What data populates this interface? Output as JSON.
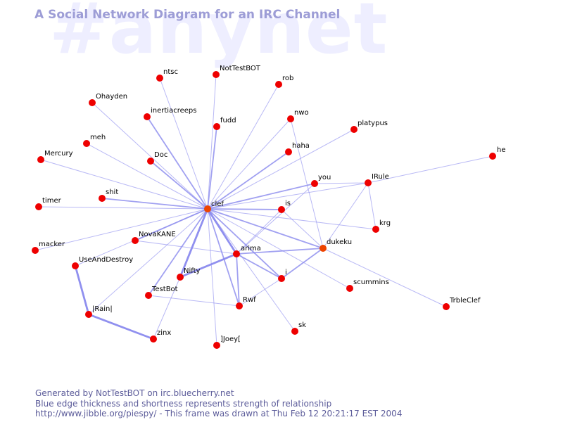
{
  "watermark": "#anynet",
  "title": "A Social Network Diagram for an IRC Channel",
  "footer": {
    "line1": "Generated by NotTestBOT on irc.bluecherry.net",
    "line2": "Blue edge thickness and shortness represents strength of relationship",
    "line3": "http://www.jibble.org/piespy/ - This frame was drawn at Thu Feb 12 20:21:17 EST 2004"
  },
  "colors": {
    "node": "#ee0000",
    "edge": "#8a8aee",
    "title": "#9d9dd6",
    "footer": "#5c5c9a",
    "watermark": "#eeeeff"
  },
  "nodes": [
    {
      "id": "clef",
      "label": "clef"
    },
    {
      "id": "ntsc",
      "label": "ntsc"
    },
    {
      "id": "NotTestBOT",
      "label": "NotTestBOT"
    },
    {
      "id": "rob",
      "label": "rob"
    },
    {
      "id": "Ohayden",
      "label": "Ohayden"
    },
    {
      "id": "inertiacreeps",
      "label": "inertiacreeps"
    },
    {
      "id": "fudd",
      "label": "fudd"
    },
    {
      "id": "nwo",
      "label": "nwo"
    },
    {
      "id": "platypus",
      "label": "platypus"
    },
    {
      "id": "meh",
      "label": "meh"
    },
    {
      "id": "haha",
      "label": "haha"
    },
    {
      "id": "he",
      "label": "he"
    },
    {
      "id": "Mercury",
      "label": "Mercury"
    },
    {
      "id": "Doc",
      "label": "Doc"
    },
    {
      "id": "you",
      "label": "you"
    },
    {
      "id": "IRule",
      "label": "IRule"
    },
    {
      "id": "timer",
      "label": "timer"
    },
    {
      "id": "shit",
      "label": "shit"
    },
    {
      "id": "is",
      "label": "is"
    },
    {
      "id": "krg",
      "label": "krg"
    },
    {
      "id": "NovaKANE",
      "label": "NovaKANE"
    },
    {
      "id": "macker",
      "label": "macker"
    },
    {
      "id": "dukeku",
      "label": "dukeku"
    },
    {
      "id": "arima",
      "label": "arima"
    },
    {
      "id": "UseAndDestroy",
      "label": "UseAndDestroy"
    },
    {
      "id": "Nifty",
      "label": "Nifty"
    },
    {
      "id": "i",
      "label": "i"
    },
    {
      "id": "scummins",
      "label": "scummins"
    },
    {
      "id": "TestBot",
      "label": "TestBot"
    },
    {
      "id": "Rwf",
      "label": "Rwf"
    },
    {
      "id": "TrbleClef",
      "label": "TrbleClef"
    },
    {
      "id": "Rain",
      "label": "|Rain|"
    },
    {
      "id": "sk",
      "label": "sk"
    },
    {
      "id": "zinx",
      "label": "zinx"
    },
    {
      "id": "Joey",
      "label": "]Joey["
    }
  ],
  "edges": [
    {
      "source": "clef",
      "target": "ntsc",
      "weight": 1
    },
    {
      "source": "clef",
      "target": "NotTestBOT",
      "weight": 1
    },
    {
      "source": "clef",
      "target": "rob",
      "weight": 1
    },
    {
      "source": "clef",
      "target": "Ohayden",
      "weight": 1
    },
    {
      "source": "clef",
      "target": "inertiacreeps",
      "weight": 2
    },
    {
      "source": "clef",
      "target": "fudd",
      "weight": 2
    },
    {
      "source": "clef",
      "target": "nwo",
      "weight": 1
    },
    {
      "source": "clef",
      "target": "platypus",
      "weight": 1
    },
    {
      "source": "clef",
      "target": "meh",
      "weight": 1
    },
    {
      "source": "clef",
      "target": "haha",
      "weight": 2
    },
    {
      "source": "clef",
      "target": "Mercury",
      "weight": 1
    },
    {
      "source": "clef",
      "target": "Doc",
      "weight": 2
    },
    {
      "source": "clef",
      "target": "you",
      "weight": 2
    },
    {
      "source": "clef",
      "target": "IRule",
      "weight": 1
    },
    {
      "source": "clef",
      "target": "timer",
      "weight": 1
    },
    {
      "source": "clef",
      "target": "shit",
      "weight": 2
    },
    {
      "source": "clef",
      "target": "is",
      "weight": 2
    },
    {
      "source": "clef",
      "target": "krg",
      "weight": 1
    },
    {
      "source": "clef",
      "target": "NovaKANE",
      "weight": 2
    },
    {
      "source": "clef",
      "target": "macker",
      "weight": 1
    },
    {
      "source": "clef",
      "target": "dukeku",
      "weight": 2
    },
    {
      "source": "clef",
      "target": "arima",
      "weight": 3
    },
    {
      "source": "clef",
      "target": "UseAndDestroy",
      "weight": 1
    },
    {
      "source": "clef",
      "target": "Nifty",
      "weight": 3
    },
    {
      "source": "clef",
      "target": "i",
      "weight": 2
    },
    {
      "source": "clef",
      "target": "scummins",
      "weight": 1
    },
    {
      "source": "clef",
      "target": "TestBot",
      "weight": 2
    },
    {
      "source": "clef",
      "target": "Rwf",
      "weight": 2
    },
    {
      "source": "clef",
      "target": "sk",
      "weight": 1
    },
    {
      "source": "clef",
      "target": "Joey",
      "weight": 1
    },
    {
      "source": "clef",
      "target": "Rain",
      "weight": 1
    },
    {
      "source": "nwo",
      "target": "dukeku",
      "weight": 1
    },
    {
      "source": "IRule",
      "target": "he",
      "weight": 1
    },
    {
      "source": "IRule",
      "target": "krg",
      "weight": 1
    },
    {
      "source": "IRule",
      "target": "dukeku",
      "weight": 1
    },
    {
      "source": "you",
      "target": "IRule",
      "weight": 1
    },
    {
      "source": "you",
      "target": "arima",
      "weight": 1
    },
    {
      "source": "is",
      "target": "arima",
      "weight": 1
    },
    {
      "source": "is",
      "target": "dukeku",
      "weight": 1
    },
    {
      "source": "NovaKANE",
      "target": "arima",
      "weight": 1
    },
    {
      "source": "arima",
      "target": "dukeku",
      "weight": 2
    },
    {
      "source": "arima",
      "target": "Nifty",
      "weight": 3
    },
    {
      "source": "arima",
      "target": "i",
      "weight": 2
    },
    {
      "source": "arima",
      "target": "Rwf",
      "weight": 2
    },
    {
      "source": "i",
      "target": "dukeku",
      "weight": 2
    },
    {
      "source": "i",
      "target": "Rwf",
      "weight": 1
    },
    {
      "source": "dukeku",
      "target": "TrbleClef",
      "weight": 1
    },
    {
      "source": "TestBot",
      "target": "Rwf",
      "weight": 1
    },
    {
      "source": "Nifty",
      "target": "zinx",
      "weight": 1
    },
    {
      "source": "UseAndDestroy",
      "target": "Rain",
      "weight": 3
    },
    {
      "source": "Rain",
      "target": "zinx",
      "weight": 3
    }
  ]
}
